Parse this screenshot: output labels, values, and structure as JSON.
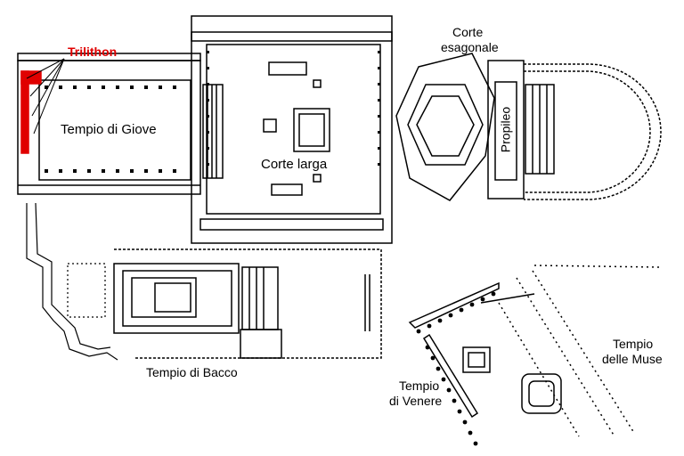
{
  "labels": {
    "trilithon": "Trilithon",
    "tempio_giove": "Tempio di Giove",
    "corte_larga": "Corte larga",
    "corte_esagonale_1": "Corte",
    "corte_esagonale_2": "esagonale",
    "propileo": "Propileo",
    "tempio_bacco": "Tempio di Bacco",
    "tempio_venere_1": "Tempio",
    "tempio_venere_2": "di Venere",
    "tempio_muse_1": "Tempio",
    "tempio_muse_2": "delle Muse"
  },
  "colors": {
    "ink": "#000000",
    "trilithon": "#e00000",
    "paper": "#ffffff"
  }
}
